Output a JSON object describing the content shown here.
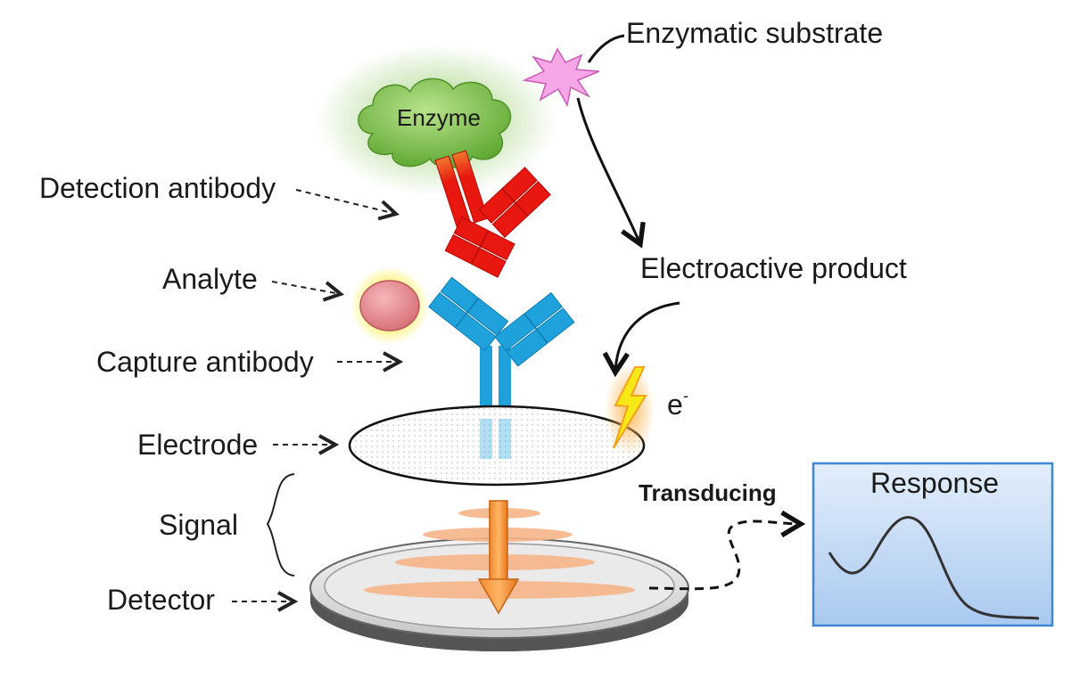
{
  "labels": {
    "enzymatic_substrate": "Enzymatic substrate",
    "enzyme": "Enzyme",
    "detection_antibody": "Detection antibody",
    "analyte": "Analyte",
    "electroactive_product": "Electroactive product",
    "capture_antibody": "Capture antibody",
    "electron": "e",
    "electron_charge": "-",
    "electrode": "Electrode",
    "signal": "Signal",
    "transducing": "Transducing",
    "response": "Response",
    "detector": "Detector"
  },
  "colors": {
    "enzyme": "#7dc14b",
    "detection_antibody": "#e8170f",
    "capture_antibody": "#1fa2dc",
    "analyte": "#e8868c",
    "substrate": "#f7a6e8",
    "signal": "#f7b58a",
    "response_box": "#bcd6f3",
    "bolt": "#f7e817"
  }
}
